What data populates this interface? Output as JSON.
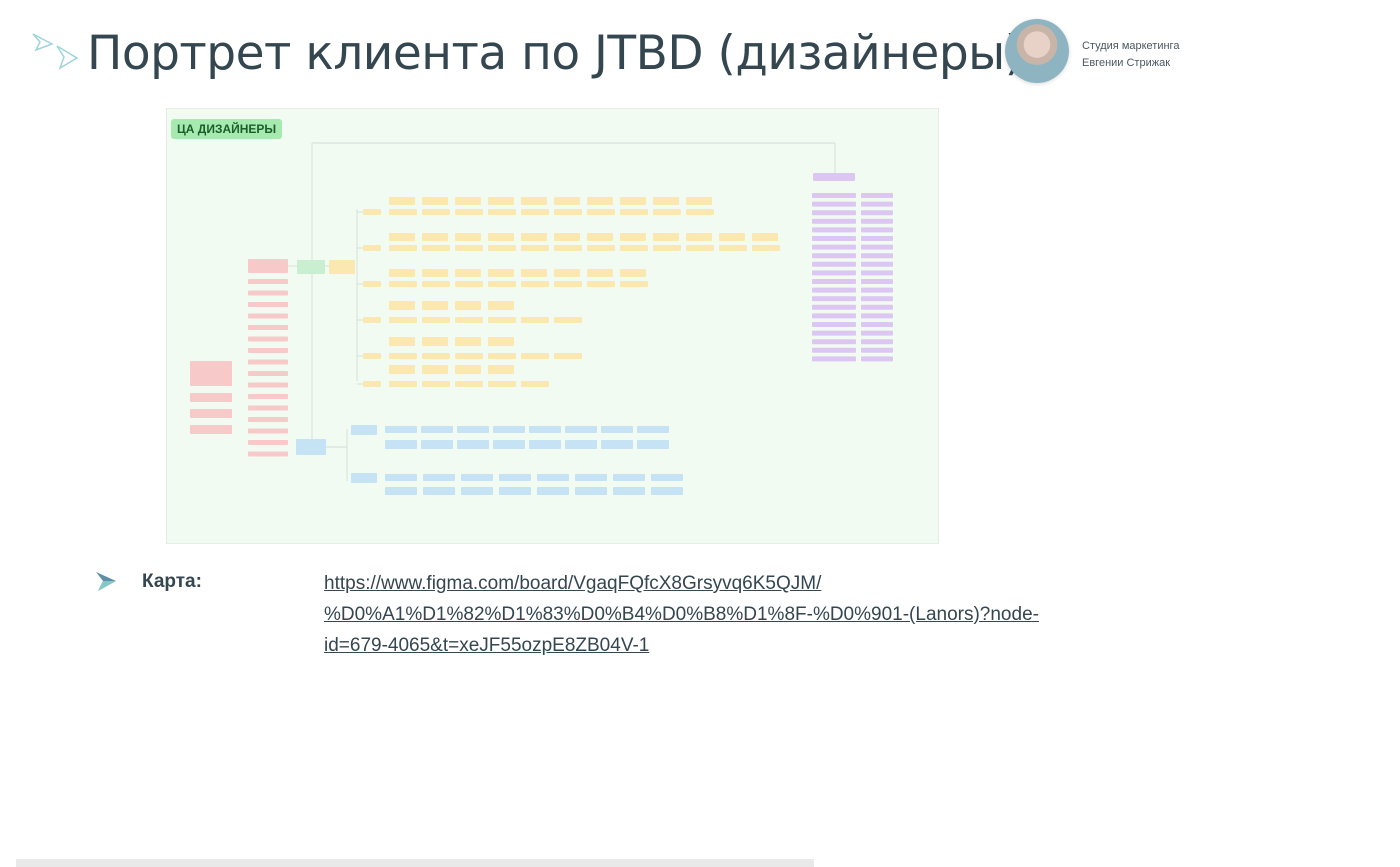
{
  "header": {
    "title": "Портрет клиента по JTBD (дизайнеры)",
    "studio_line1": "Студия маркетинга",
    "studio_line2": "Евгении Стрижак"
  },
  "board": {
    "title": "ЦА ДИЗАЙНЕРЫ",
    "colors": {
      "background": "#f1fbf2",
      "red": "#f7c9c9",
      "green": "#c9efd0",
      "yellow": "#fbe8b1",
      "blue": "#c6e2f5",
      "purple": "#dcc6f2"
    }
  },
  "map": {
    "label": "Карта:",
    "url_line1": "https://www.figma.com/board/VgaqFQfcX8Grsyvq6K5QJM/",
    "url_line2": "%D0%A1%D1%82%D1%83%D0%B4%D0%B8%D1%8F-%D0%901-(Lanors)?node-",
    "url_line3": "id=679-4065&t=xeJF55ozpE8ZB04V-1"
  },
  "icons": {
    "logo": "double-arrow-logo-icon",
    "bullet": "arrow-bullet-icon"
  }
}
